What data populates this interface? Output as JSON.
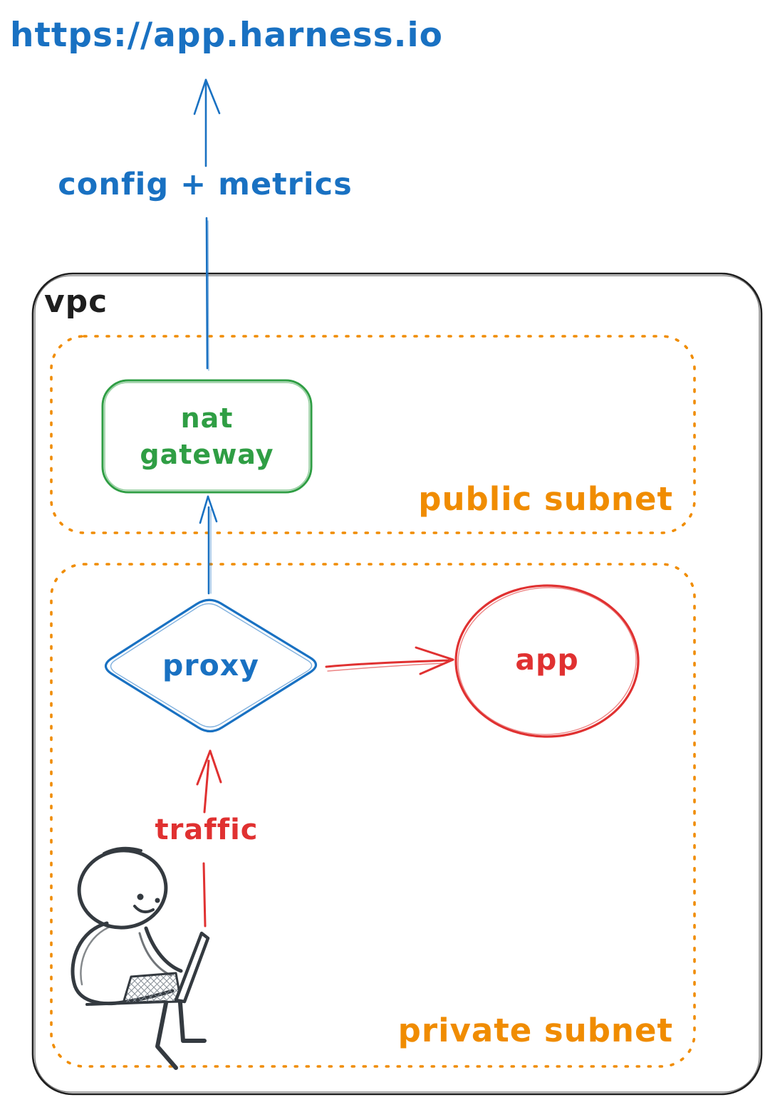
{
  "colors": {
    "blue": "#1971c2",
    "green": "#2f9e44",
    "orange": "#f08c00",
    "red": "#e03131",
    "ink": "#1e1e1e",
    "figure": "#343a40"
  },
  "external": {
    "url": "https://app.harness.io",
    "config_arrow_label": "config + metrics"
  },
  "vpc": {
    "label": "vpc",
    "public_subnet": {
      "label": "public subnet",
      "nat_gateway": {
        "label": "nat gateway",
        "line1": "nat",
        "line2": "gateway"
      }
    },
    "private_subnet": {
      "label": "private subnet",
      "proxy": {
        "label": "proxy"
      },
      "app": {
        "label": "app"
      },
      "traffic_arrow_label": "traffic",
      "figure_icon": "person-with-laptop-icon"
    }
  }
}
